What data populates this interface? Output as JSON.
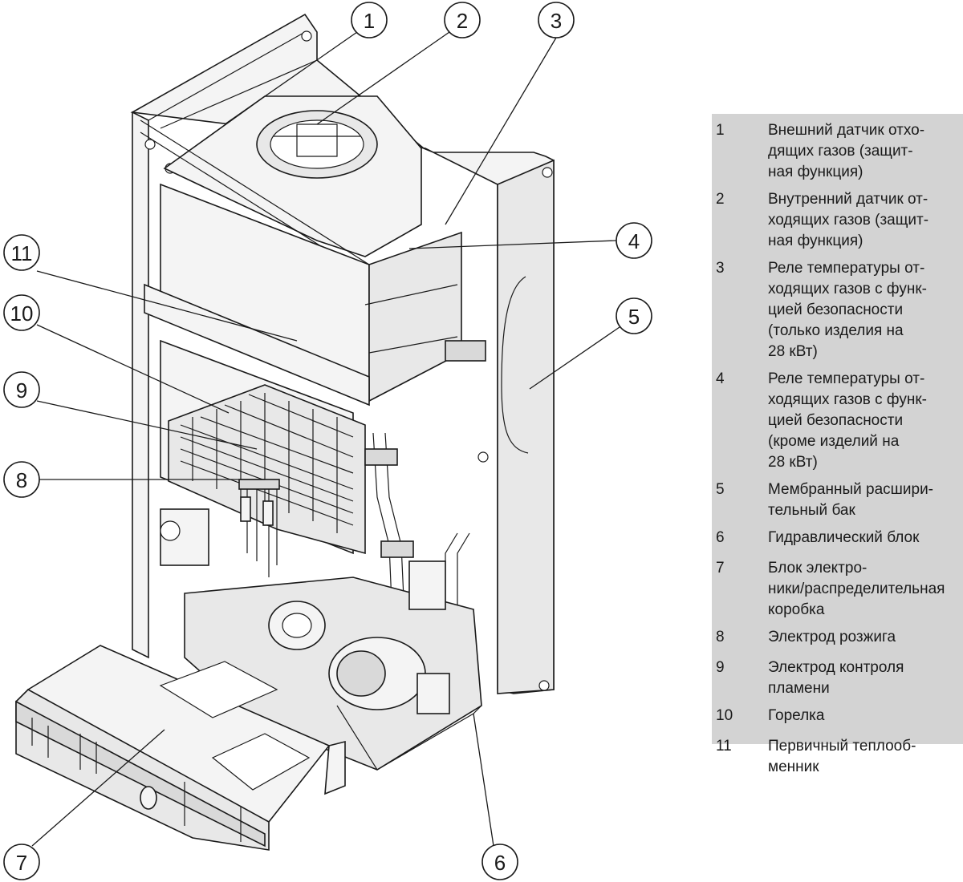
{
  "callouts": [
    {
      "number": "1"
    },
    {
      "number": "2"
    },
    {
      "number": "3"
    },
    {
      "number": "4"
    },
    {
      "number": "5"
    },
    {
      "number": "6"
    },
    {
      "number": "7"
    },
    {
      "number": "8"
    },
    {
      "number": "9"
    },
    {
      "number": "10"
    },
    {
      "number": "11"
    }
  ],
  "legend": [
    {
      "number": "1",
      "text": "Внешний датчик отхо-\nдящих газов (защит-\nная функция)"
    },
    {
      "number": "2",
      "text": "Внутренний датчик от-\nходящих газов (защит-\nная функция)"
    },
    {
      "number": "3",
      "text": "Реле температуры от-\nходящих газов с функ-\nцией безопасности\n(только изделия на\n28 кВт)"
    },
    {
      "number": "4",
      "text": "Реле температуры от-\nходящих газов с функ-\nцией безопасности\n(кроме изделий на\n28 кВт)"
    },
    {
      "number": "5",
      "text": "Мембранный расшири-\nтельный бак"
    },
    {
      "number": "6",
      "text": "Гидравлический блок"
    },
    {
      "number": "7",
      "text": "Блок электро-\nники/распределительная\nкоробка"
    },
    {
      "number": "8",
      "text": "Электрод розжига"
    },
    {
      "number": "9",
      "text": "Электрод контроля\nпламени"
    },
    {
      "number": "10",
      "text": "Горелка"
    },
    {
      "number": "11",
      "text": "Первичный теплооб-\nменник"
    }
  ],
  "colors": {
    "legend_background": "#d3d3d3",
    "line": "#1a1a1a"
  }
}
